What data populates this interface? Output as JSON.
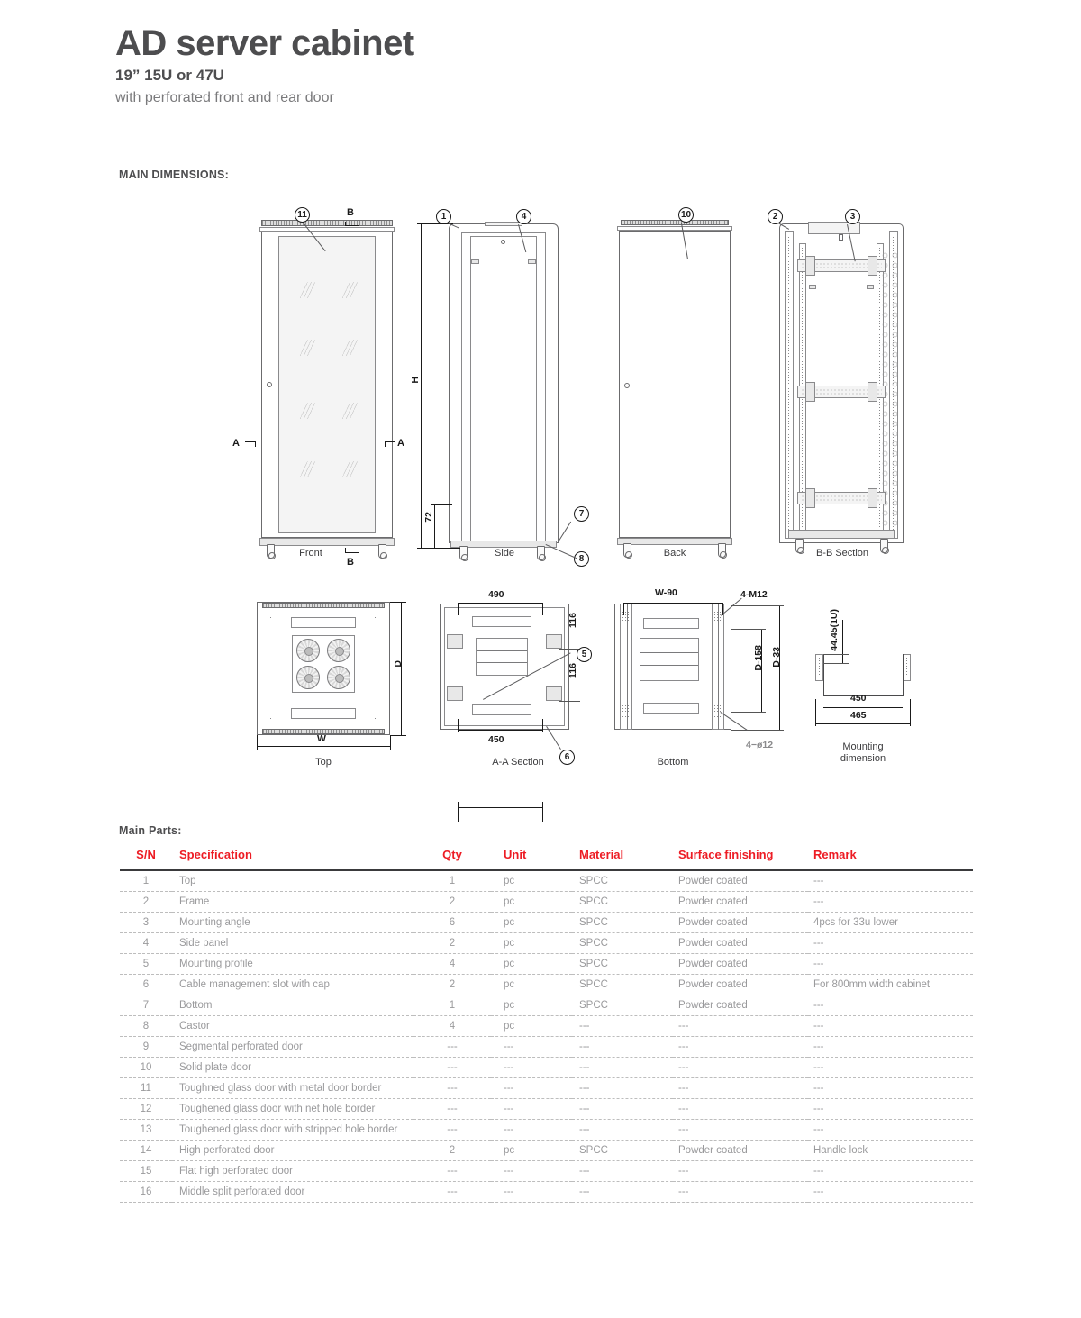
{
  "header": {
    "title": "AD server cabinet",
    "subtitle": "19” 15U or 47U",
    "description": "with perforated front and rear door"
  },
  "sections": {
    "main_dimensions_label": "MAIN DIMENSIONS:",
    "main_parts_label": "Main Parts:"
  },
  "drawings": {
    "views": [
      {
        "id": "front",
        "caption": "Front"
      },
      {
        "id": "side",
        "caption": "Side"
      },
      {
        "id": "back",
        "caption": "Back"
      },
      {
        "id": "bb-section",
        "caption": "B-B  Section"
      },
      {
        "id": "top",
        "caption": "Top"
      },
      {
        "id": "aa-section",
        "caption": "A-A  Section"
      },
      {
        "id": "bottom",
        "caption": "Bottom"
      },
      {
        "id": "mounting",
        "caption": "Mounting\ndimension"
      }
    ],
    "mounting_caption_line1": "Mounting",
    "mounting_caption_line2": "dimension",
    "balloons": {
      "front": [
        "11"
      ],
      "side": [
        "1",
        "4",
        "7",
        "8"
      ],
      "back": [
        "10"
      ],
      "bb_section": [
        "2",
        "3"
      ],
      "aa_section": [
        "5",
        "6"
      ]
    },
    "section_marks": {
      "front_a_left": "A",
      "front_a_right": "A",
      "front_b_top": "B",
      "front_b_bottom": "B"
    },
    "dimensions": {
      "front_height": "H",
      "front_base": "72",
      "side_height": "H",
      "side_base": "72",
      "top_width": "W",
      "top_depth": "D",
      "aa_top": "490",
      "aa_bottom": "450",
      "aa_right_upper": "116",
      "aa_right_lower": "116",
      "bottom_width": "W-90",
      "bottom_thread": "4-M12",
      "bottom_depth_inner": "D-158",
      "bottom_depth_outer": "D-33",
      "bottom_hole": "4−ø12",
      "mounting_pitch": "44.45(1U)",
      "mounting_inner": "450",
      "mounting_outer": "465"
    }
  },
  "parts_table": {
    "columns": [
      "S/N",
      "Specification",
      "Qty",
      "Unit",
      "Material",
      "Surface finishing",
      "Remark"
    ],
    "rows": [
      {
        "sn": "1",
        "spec": "Top",
        "qty": "1",
        "unit": "pc",
        "material": "SPCC",
        "surface": "Powder coated",
        "remark": "---"
      },
      {
        "sn": "2",
        "spec": "Frame",
        "qty": "2",
        "unit": "pc",
        "material": "SPCC",
        "surface": "Powder coated",
        "remark": "---"
      },
      {
        "sn": "3",
        "spec": "Mounting angle",
        "qty": "6",
        "unit": "pc",
        "material": "SPCC",
        "surface": "Powder coated",
        "remark": "4pcs for 33u lower"
      },
      {
        "sn": "4",
        "spec": "Side panel",
        "qty": "2",
        "unit": "pc",
        "material": "SPCC",
        "surface": "Powder coated",
        "remark": "---"
      },
      {
        "sn": "5",
        "spec": "Mounting profile",
        "qty": "4",
        "unit": "pc",
        "material": "SPCC",
        "surface": "Powder coated",
        "remark": "---"
      },
      {
        "sn": "6",
        "spec": "Cable management slot with cap",
        "qty": "2",
        "unit": "pc",
        "material": "SPCC",
        "surface": "Powder coated",
        "remark": "For 800mm width cabinet"
      },
      {
        "sn": "7",
        "spec": "Bottom",
        "qty": "1",
        "unit": "pc",
        "material": "SPCC",
        "surface": "Powder coated",
        "remark": "---"
      },
      {
        "sn": "8",
        "spec": "Castor",
        "qty": "4",
        "unit": "pc",
        "material": "---",
        "surface": "---",
        "remark": "---"
      },
      {
        "sn": "9",
        "spec": "Segmental perforated door",
        "qty": "---",
        "unit": "---",
        "material": "---",
        "surface": "---",
        "remark": "---"
      },
      {
        "sn": "10",
        "spec": "Solid plate door",
        "qty": "---",
        "unit": "---",
        "material": "---",
        "surface": "---",
        "remark": "---"
      },
      {
        "sn": "11",
        "spec": "Toughned glass door with metal door border",
        "qty": "---",
        "unit": "---",
        "material": "---",
        "surface": "---",
        "remark": "---"
      },
      {
        "sn": "12",
        "spec": "Toughened glass door with net hole border",
        "qty": "---",
        "unit": "---",
        "material": "---",
        "surface": "---",
        "remark": "---"
      },
      {
        "sn": "13",
        "spec": "Toughened glass door with stripped hole border",
        "qty": "---",
        "unit": "---",
        "material": "---",
        "surface": "---",
        "remark": "---"
      },
      {
        "sn": "14",
        "spec": "High perforated door",
        "qty": "2",
        "unit": "pc",
        "material": "SPCC",
        "surface": "Powder coated",
        "remark": "Handle lock"
      },
      {
        "sn": "15",
        "spec": "Flat high perforated door",
        "qty": "---",
        "unit": "---",
        "material": "---",
        "surface": "---",
        "remark": "---"
      },
      {
        "sn": "16",
        "spec": "Middle split perforated door",
        "qty": "---",
        "unit": "---",
        "material": "---",
        "surface": "---",
        "remark": "---"
      }
    ]
  },
  "colors": {
    "accent_red": "#ed1c24",
    "heading_gray": "#4d4d4f",
    "body_gray": "#9a9a9c",
    "rule_gray": "#a8a0a8"
  }
}
